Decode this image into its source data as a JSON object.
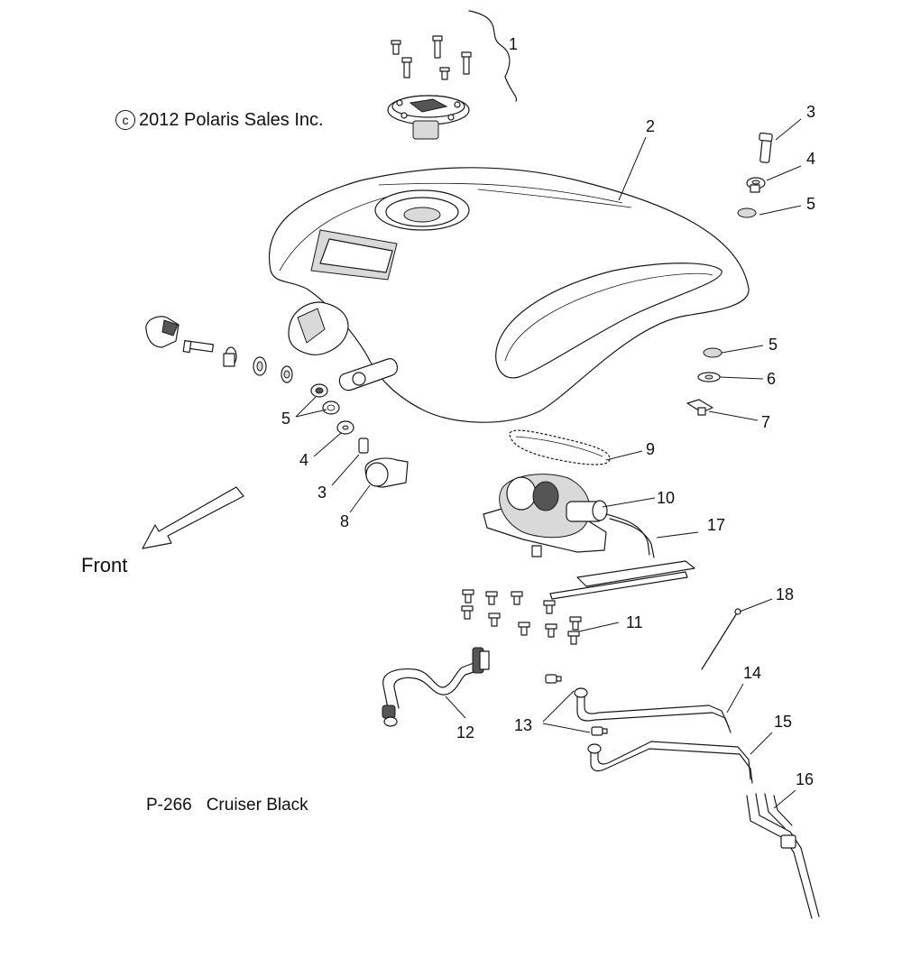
{
  "copyright": {
    "symbol": "c",
    "text": "2012 Polaris Sales Inc."
  },
  "direction_label": "Front",
  "footer": {
    "page_code": "P-266",
    "model": "Cruiser Black"
  },
  "callouts": [
    "1",
    "2",
    "3",
    "4",
    "5",
    "5",
    "6",
    "7",
    "5",
    "4",
    "3",
    "8",
    "9",
    "10",
    "17",
    "11",
    "18",
    "14",
    "15",
    "13",
    "12",
    "16"
  ]
}
